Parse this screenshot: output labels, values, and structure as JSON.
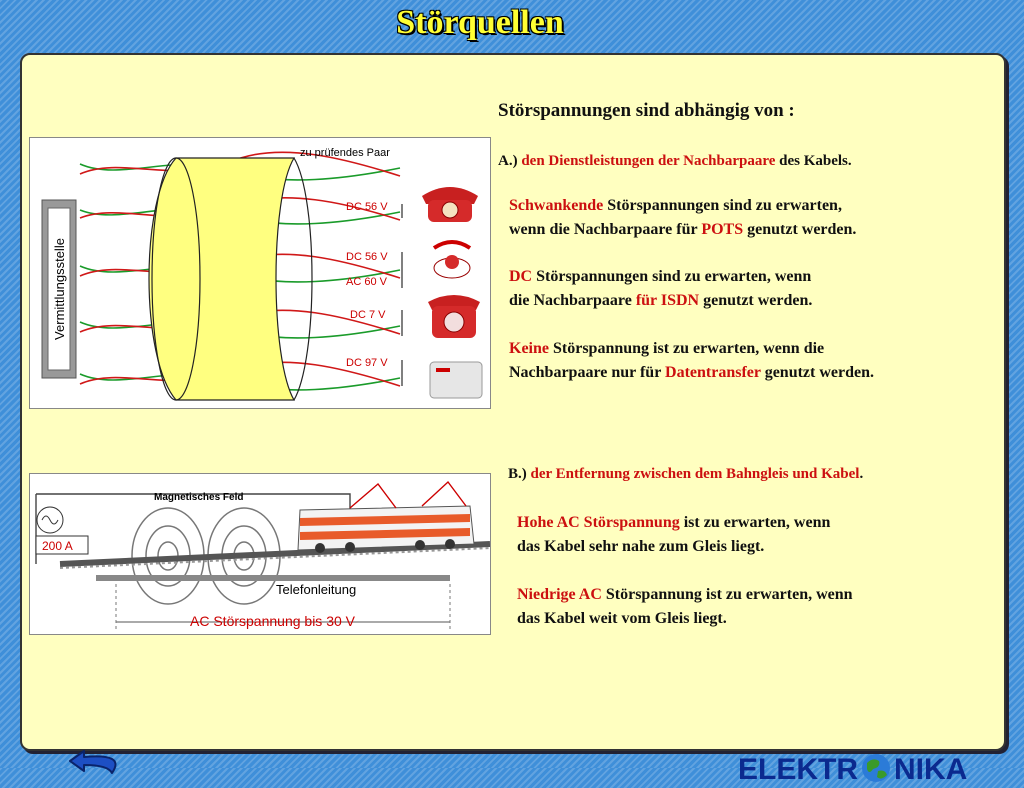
{
  "title": "Störquellen",
  "heading": "Störspannungen sind abhängig von :",
  "sectionA": {
    "prefix": "A.)",
    "part1": "den",
    "part2": "Dienstleistungen der Nachbarpaare",
    "part3": "des Kabels",
    "part4": ".",
    "items": [
      {
        "l1a": "Schwankende",
        "l1b": "Störspannungen sind zu erwarten,",
        "l2a": "wenn die Nachbarpaare für",
        "l2b": "POTS",
        "l2c": "genutzt werden."
      },
      {
        "l1a": "DC",
        "l1b": "Störspannungen sind zu erwarten, wenn",
        "l2a": "die Nachbarpaare",
        "l2b": "für ISDN",
        "l2c": "genutzt werden."
      },
      {
        "l1a": "Keine",
        "l1b": "Störspannung ist zu erwarten, wenn die",
        "l2a": "Nachbarpaare nur für",
        "l2b": "Datentransfer",
        "l2c": "genutzt  werden."
      }
    ]
  },
  "sectionB": {
    "prefix": "B.)",
    "part1": "der",
    "part2": "Entfernung zwischen dem Bahngleis und Kabel",
    "part3": ".",
    "items": [
      {
        "l1a": "Hohe AC Störspannung",
        "l1b": "ist zu erwarten, wenn",
        "l2": "das Kabel sehr nahe zum Gleis liegt."
      },
      {
        "l1a": "Niedrige AC",
        "l1b": "Störspannung ist zu erwarten, wenn",
        "l2": "das Kabel weit vom Gleis liegt."
      }
    ]
  },
  "diagram1": {
    "exchange_label": "Vermittlungsstelle",
    "pair_label": "zu prüfendes Paar",
    "labels": [
      "DC 56 V",
      "DC 56 V",
      "AC 60 V",
      "DC 7 V",
      "DC 97 V"
    ]
  },
  "diagram2": {
    "field_label": "Magnetisches Feld",
    "current_label": "200 A",
    "line_label": "Telefonleitung",
    "voltage_label": "AC Störspannung bis 30 V"
  },
  "logo": {
    "left": "ELEKTR",
    "right": "NIKA"
  },
  "icons": {
    "back": "back-arrow-icon",
    "globe": "globe-icon",
    "ac_source": "ac-source-icon"
  },
  "colors": {
    "title": "#ffff33",
    "accent": "#cc1010",
    "panel": "#ffffc0",
    "background": "#3f8fd9"
  }
}
